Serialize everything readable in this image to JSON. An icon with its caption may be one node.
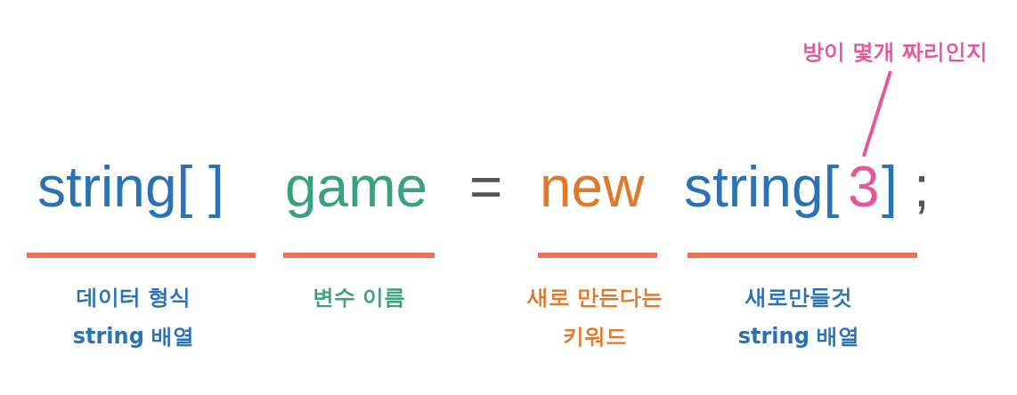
{
  "diagram": {
    "nodes": [
      {
        "text": [
          "방이 몇개 짜리인지"
        ]
      },
      {
        "text": [
          "3"
        ]
      }
    ],
    "edges": [
      {
        "from": 0,
        "to": 1,
        "arrow": "none"
      }
    ],
    "labels": [
      "string[ ]",
      "game",
      "=",
      "new",
      "string[",
      "]",
      ";",
      "데이터 형식 string 배열",
      "변수 이름",
      "새로 만든다는 키워드",
      "새로만들것 string 배열"
    ]
  }
}
